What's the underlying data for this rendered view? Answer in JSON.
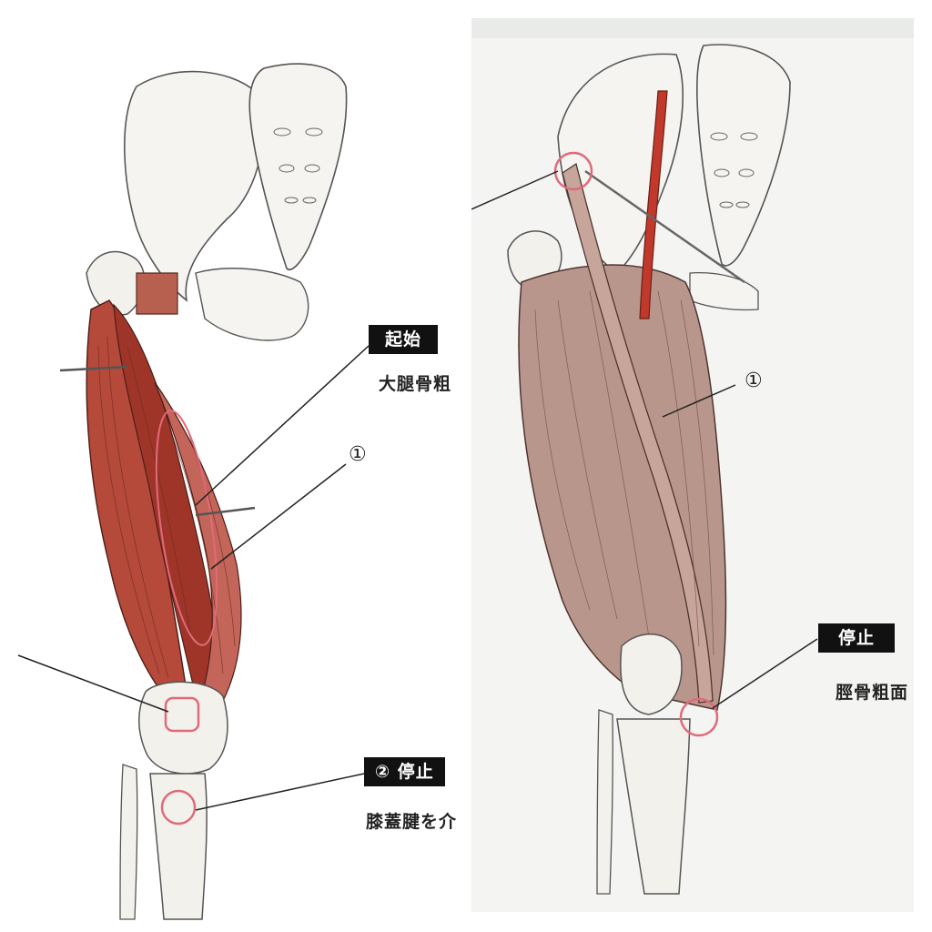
{
  "left": {
    "origin_tag": "起始",
    "origin_desc": "大腿骨粗",
    "muscle_number": "①",
    "insertion_tag": "② 停止",
    "insertion_desc": "膝蓋腱を介"
  },
  "right": {
    "muscle_number": "①",
    "insertion_tag": "停止",
    "insertion_desc": "脛骨粗面"
  },
  "colors": {
    "muscle_red": "#b5493a",
    "muscle_pink": "#b9968c",
    "bone": "#f3f1ec",
    "marker": "#e06a7a",
    "label_bg": "#111111"
  }
}
